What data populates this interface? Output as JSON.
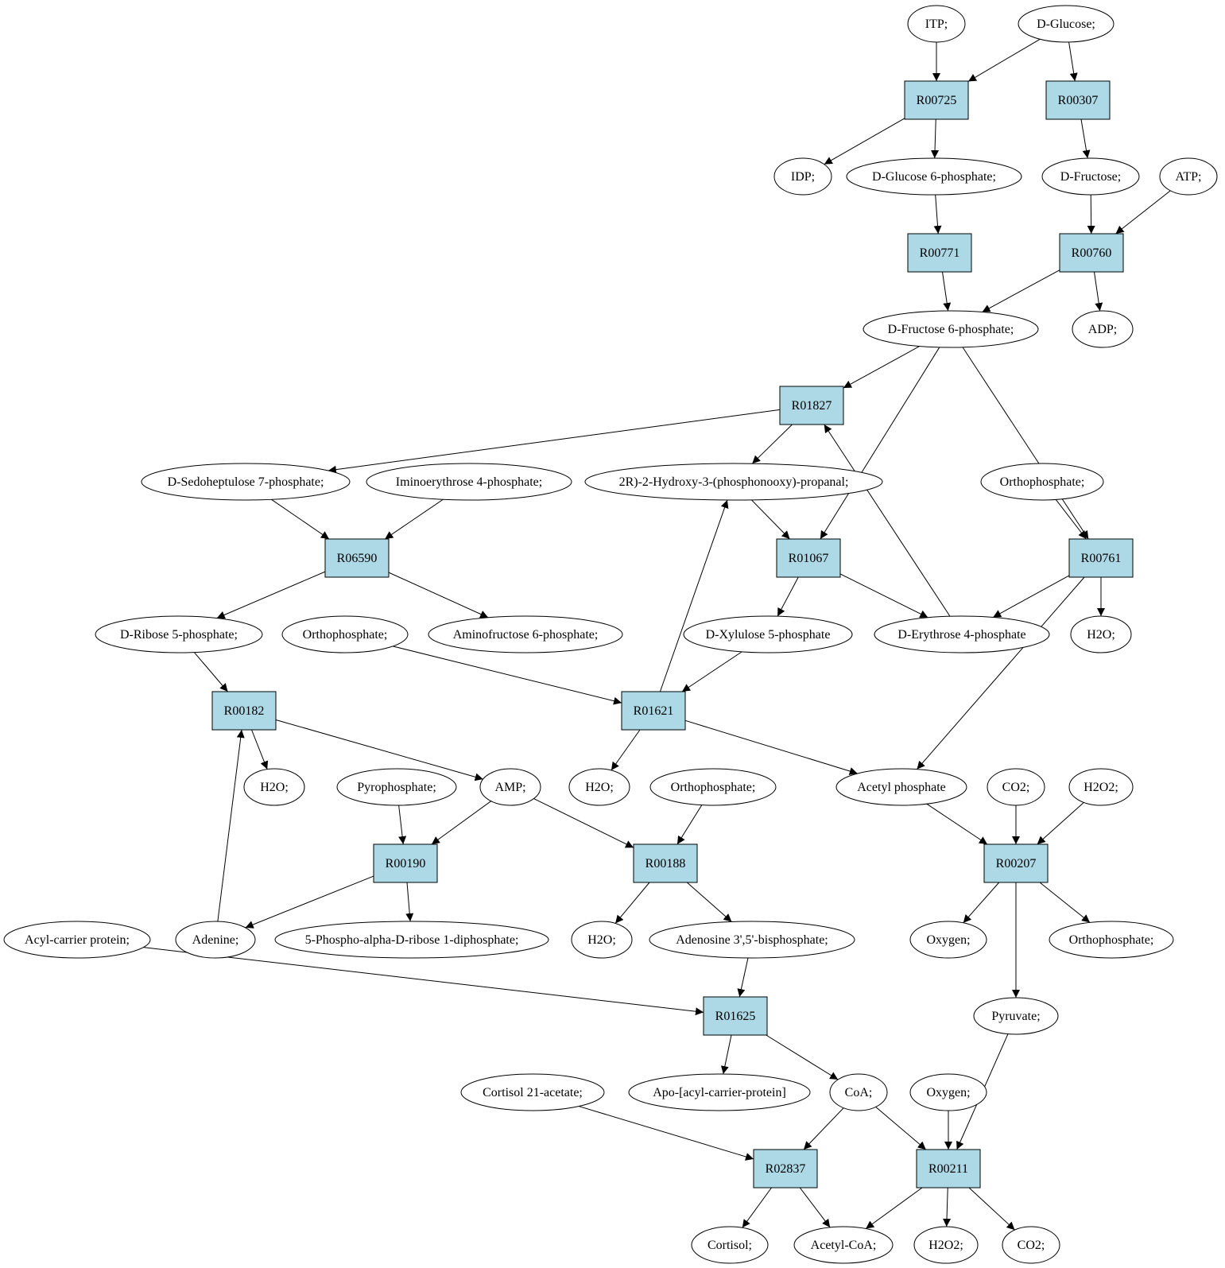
{
  "colors": {
    "reaction_fill": "#add8e6",
    "start_fill": "#00ee00",
    "target_fill": "#ffff00",
    "compound_fill": "#ffffff",
    "stroke": "#000000"
  },
  "nodes": [
    {
      "id": "itp",
      "kind": "compound",
      "label": "ITP;"
    },
    {
      "id": "dglucose",
      "kind": "compound",
      "label": "D-Glucose;",
      "role": "start"
    },
    {
      "id": "R00725",
      "kind": "reaction",
      "label": "R00725"
    },
    {
      "id": "R00307",
      "kind": "reaction",
      "label": "R00307"
    },
    {
      "id": "idp",
      "kind": "compound",
      "label": "IDP;"
    },
    {
      "id": "g6p",
      "kind": "compound",
      "label": "D-Glucose 6-phosphate;"
    },
    {
      "id": "dfructose",
      "kind": "compound",
      "label": "D-Fructose;"
    },
    {
      "id": "atp",
      "kind": "compound",
      "label": "ATP;"
    },
    {
      "id": "R00771",
      "kind": "reaction",
      "label": "R00771"
    },
    {
      "id": "R00760",
      "kind": "reaction",
      "label": "R00760"
    },
    {
      "id": "f6p",
      "kind": "compound",
      "label": "D-Fructose 6-phosphate;"
    },
    {
      "id": "adp",
      "kind": "compound",
      "label": "ADP;"
    },
    {
      "id": "R01827",
      "kind": "reaction",
      "label": "R01827"
    },
    {
      "id": "s7p",
      "kind": "compound",
      "label": "D-Sedoheptulose 7-phosphate;"
    },
    {
      "id": "imino",
      "kind": "compound",
      "label": "Iminoerythrose 4-phosphate;"
    },
    {
      "id": "g3p",
      "kind": "compound",
      "label": "2R)-2-Hydroxy-3-(phosphonooxy)-propanal;"
    },
    {
      "id": "pi1",
      "kind": "compound",
      "label": "Orthophosphate;"
    },
    {
      "id": "R06590",
      "kind": "reaction",
      "label": "R06590"
    },
    {
      "id": "R01067",
      "kind": "reaction",
      "label": "R01067"
    },
    {
      "id": "R00761",
      "kind": "reaction",
      "label": "R00761"
    },
    {
      "id": "r5p",
      "kind": "compound",
      "label": "D-Ribose 5-phosphate;"
    },
    {
      "id": "pi2",
      "kind": "compound",
      "label": "Orthophosphate;"
    },
    {
      "id": "aminof6p",
      "kind": "compound",
      "label": "Aminofructose 6-phosphate;"
    },
    {
      "id": "x5p",
      "kind": "compound",
      "label": "D-Xylulose 5-phosphate"
    },
    {
      "id": "e4p",
      "kind": "compound",
      "label": "D-Erythrose 4-phosphate"
    },
    {
      "id": "h2o1",
      "kind": "compound",
      "label": "H2O;"
    },
    {
      "id": "R00182",
      "kind": "reaction",
      "label": "R00182"
    },
    {
      "id": "R01621",
      "kind": "reaction",
      "label": "R01621"
    },
    {
      "id": "h2o2",
      "kind": "compound",
      "label": "H2O;"
    },
    {
      "id": "ppi",
      "kind": "compound",
      "label": "Pyrophosphate;"
    },
    {
      "id": "amp",
      "kind": "compound",
      "label": "AMP;"
    },
    {
      "id": "h2o3",
      "kind": "compound",
      "label": "H2O;"
    },
    {
      "id": "pi3",
      "kind": "compound",
      "label": "Orthophosphate;"
    },
    {
      "id": "acp",
      "kind": "compound",
      "label": "Acetyl phosphate"
    },
    {
      "id": "co2a",
      "kind": "compound",
      "label": "CO2;"
    },
    {
      "id": "h2o2a",
      "kind": "compound",
      "label": "H2O2;"
    },
    {
      "id": "R00190",
      "kind": "reaction",
      "label": "R00190"
    },
    {
      "id": "R00188",
      "kind": "reaction",
      "label": "R00188"
    },
    {
      "id": "R00207",
      "kind": "reaction",
      "label": "R00207"
    },
    {
      "id": "acylcp",
      "kind": "compound",
      "label": "Acyl-carrier protein;"
    },
    {
      "id": "adenine",
      "kind": "compound",
      "label": "Adenine;"
    },
    {
      "id": "prpp",
      "kind": "compound",
      "label": "5-Phospho-alpha-D-ribose 1-diphosphate;"
    },
    {
      "id": "h2o4",
      "kind": "compound",
      "label": "H2O;"
    },
    {
      "id": "pap",
      "kind": "compound",
      "label": "Adenosine 3',5'-bisphosphate;"
    },
    {
      "id": "oxy1",
      "kind": "compound",
      "label": "Oxygen;"
    },
    {
      "id": "pi4",
      "kind": "compound",
      "label": "Orthophosphate;"
    },
    {
      "id": "R01625",
      "kind": "reaction",
      "label": "R01625"
    },
    {
      "id": "pyruvate",
      "kind": "compound",
      "label": "Pyruvate;"
    },
    {
      "id": "cortac",
      "kind": "compound",
      "label": "Cortisol 21-acetate;"
    },
    {
      "id": "apoacp",
      "kind": "compound",
      "label": "Apo-[acyl-carrier-protein]"
    },
    {
      "id": "coa",
      "kind": "compound",
      "label": "CoA;"
    },
    {
      "id": "oxy2",
      "kind": "compound",
      "label": "Oxygen;"
    },
    {
      "id": "R02837",
      "kind": "reaction",
      "label": "R02837"
    },
    {
      "id": "R00211",
      "kind": "reaction",
      "label": "R00211"
    },
    {
      "id": "cortisol",
      "kind": "compound",
      "label": "Cortisol;"
    },
    {
      "id": "acetylcoa",
      "kind": "compound",
      "label": "Acetyl-CoA;",
      "role": "target"
    },
    {
      "id": "h2o2b",
      "kind": "compound",
      "label": "H2O2;"
    },
    {
      "id": "co2b",
      "kind": "compound",
      "label": "CO2;"
    }
  ],
  "edges": [
    [
      "itp",
      "R00725"
    ],
    [
      "dglucose",
      "R00725"
    ],
    [
      "dglucose",
      "R00307"
    ],
    [
      "R00725",
      "idp"
    ],
    [
      "R00725",
      "g6p"
    ],
    [
      "R00307",
      "dfructose"
    ],
    [
      "g6p",
      "R00771"
    ],
    [
      "dfructose",
      "R00760"
    ],
    [
      "atp",
      "R00760"
    ],
    [
      "R00771",
      "f6p"
    ],
    [
      "R00760",
      "f6p"
    ],
    [
      "R00760",
      "adp"
    ],
    [
      "f6p",
      "R01827"
    ],
    [
      "f6p",
      "R01067"
    ],
    [
      "f6p",
      "R00761"
    ],
    [
      "R01827",
      "s7p"
    ],
    [
      "R01827",
      "g3p"
    ],
    [
      "e4p",
      "R01827"
    ],
    [
      "s7p",
      "R06590"
    ],
    [
      "imino",
      "R06590"
    ],
    [
      "g3p",
      "R01067"
    ],
    [
      "pi1",
      "R00761"
    ],
    [
      "R06590",
      "r5p"
    ],
    [
      "R06590",
      "aminof6p"
    ],
    [
      "R01067",
      "x5p"
    ],
    [
      "R01067",
      "e4p"
    ],
    [
      "R00761",
      "e4p"
    ],
    [
      "R00761",
      "h2o1"
    ],
    [
      "R00761",
      "acp"
    ],
    [
      "r5p",
      "R00182"
    ],
    [
      "pi2",
      "R01621"
    ],
    [
      "x5p",
      "R01621"
    ],
    [
      "R01621",
      "g3p"
    ],
    [
      "R01621",
      "h2o3"
    ],
    [
      "R01621",
      "acp"
    ],
    [
      "R00182",
      "h2o2"
    ],
    [
      "R00182",
      "amp"
    ],
    [
      "adenine",
      "R00182"
    ],
    [
      "ppi",
      "R00190"
    ],
    [
      "amp",
      "R00190"
    ],
    [
      "amp",
      "R00188"
    ],
    [
      "pi3",
      "R00188"
    ],
    [
      "acp",
      "R00207"
    ],
    [
      "co2a",
      "R00207"
    ],
    [
      "h2o2a",
      "R00207"
    ],
    [
      "R00190",
      "adenine"
    ],
    [
      "R00190",
      "prpp"
    ],
    [
      "R00188",
      "h2o4"
    ],
    [
      "R00188",
      "pap"
    ],
    [
      "R00207",
      "oxy1"
    ],
    [
      "R00207",
      "pi4"
    ],
    [
      "R00207",
      "pyruvate"
    ],
    [
      "acylcp",
      "R01625"
    ],
    [
      "pap",
      "R01625"
    ],
    [
      "R01625",
      "apoacp"
    ],
    [
      "R01625",
      "coa"
    ],
    [
      "cortac",
      "R02837"
    ],
    [
      "coa",
      "R02837"
    ],
    [
      "coa",
      "R00211"
    ],
    [
      "oxy2",
      "R00211"
    ],
    [
      "pyruvate",
      "R00211"
    ],
    [
      "R02837",
      "cortisol"
    ],
    [
      "R02837",
      "acetylcoa"
    ],
    [
      "R00211",
      "acetylcoa"
    ],
    [
      "R00211",
      "h2o2b"
    ],
    [
      "R00211",
      "co2b"
    ]
  ]
}
